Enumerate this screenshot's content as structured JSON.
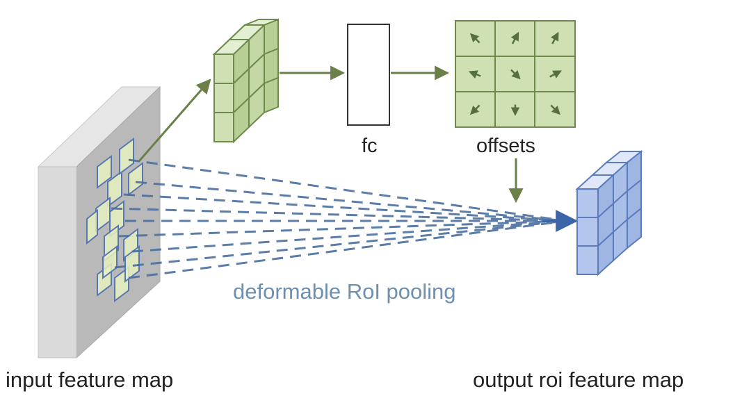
{
  "labels": {
    "input": "input feature map",
    "fc": "fc",
    "offsets": "offsets",
    "pooling": "deformable RoI pooling",
    "output": "output roi feature map"
  },
  "offset_arrows": [
    {
      "dir": "up-left"
    },
    {
      "dir": "up-right"
    },
    {
      "dir": "up-right"
    },
    {
      "dir": "left-up"
    },
    {
      "dir": "down-right"
    },
    {
      "dir": "right-up"
    },
    {
      "dir": "down-left"
    },
    {
      "dir": "down"
    },
    {
      "dir": "down-right"
    }
  ],
  "colors": {
    "green_fill": "#cfe0b3",
    "green_stroke": "#6d8a4c",
    "blue_fill": "#b4c6ec",
    "blue_stroke": "#5a7bbd",
    "dash_blue": "#4a6f9e",
    "arrow_green": "#6a8048"
  }
}
